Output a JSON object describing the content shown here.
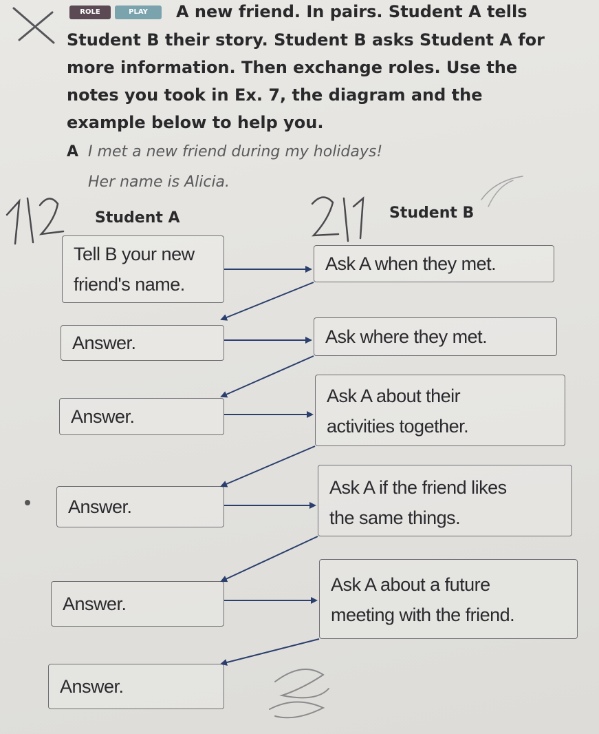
{
  "header": {
    "badge_role": "ROLE",
    "badge_play": "PLAY",
    "instruction_lines": [
      "A new friend. In pairs. Student A tells",
      "Student B their story. Student B asks Student A for",
      "more information. Then exchange roles. Use the",
      "notes you took in Ex. 7, the diagram and the",
      "example below to help you."
    ]
  },
  "example": {
    "letter": "A",
    "line1": "I met a new friend during my holidays!",
    "line2": "Her name is Alicia."
  },
  "columns": {
    "student_a": "Student A",
    "student_b": "Student B"
  },
  "boxes": {
    "a": [
      {
        "lines": [
          "Tell B your new",
          "friend's name."
        ]
      },
      {
        "lines": [
          "Answer."
        ]
      },
      {
        "lines": [
          "Answer."
        ]
      },
      {
        "lines": [
          "Answer."
        ]
      },
      {
        "lines": [
          "Answer."
        ]
      },
      {
        "lines": [
          "Answer."
        ]
      }
    ],
    "b": [
      {
        "lines": [
          "Ask A when they met."
        ]
      },
      {
        "lines": [
          "Ask where they met."
        ]
      },
      {
        "lines": [
          "Ask A about their",
          "activities together."
        ]
      },
      {
        "lines": [
          "Ask A if the friend likes",
          "the same things."
        ]
      },
      {
        "lines": [
          "Ask A about a future",
          "meeting with the friend."
        ]
      }
    ]
  },
  "handwriting": {
    "note_left": "1|2",
    "note_middle": "2|1"
  },
  "colors": {
    "arrow": "#2b3f6e",
    "border": "#6e6e72",
    "badge_role": "#5b4a54",
    "badge_play": "#7aa3ae"
  }
}
